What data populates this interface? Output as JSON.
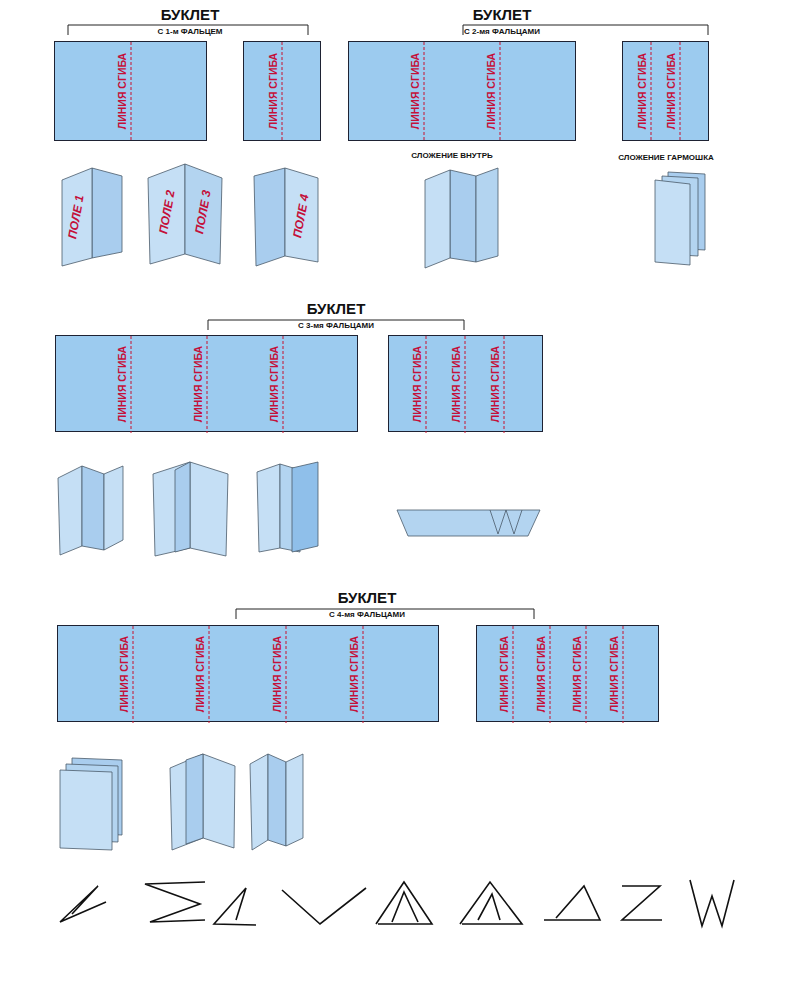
{
  "diagram": {
    "nodes": [
      {
        "text": [
          "ЛИНИЯ СГИБА"
        ]
      },
      {
        "text": [
          "ЛИНИЯ СГИБА"
        ]
      },
      {
        "text": [
          "ЛИНИЯ СГИБА",
          "ЛИНИЯ СГИБА"
        ]
      },
      {
        "text": [
          "ЛИНИЯ СГИБА",
          "ЛИНИЯ СГИБА"
        ]
      },
      {
        "text": [
          "ЛИНИЯ СГИБА",
          "ЛИНИЯ СГИБА",
          "ЛИНИЯ СГИБА"
        ]
      },
      {
        "text": [
          "ЛИНИЯ СГИБА",
          "ЛИНИЯ СГИБА",
          "ЛИНИЯ СГИБА"
        ]
      },
      {
        "text": [
          "ЛИНИЯ СГИБА",
          "ЛИНИЯ СГИБА",
          "ЛИНИЯ СГИБА",
          "ЛИНИЯ СГИБА"
        ]
      },
      {
        "text": [
          "ЛИНИЯ СГИБА",
          "ЛИНИЯ СГИБА",
          "ЛИНИЯ СГИБА",
          "ЛИНИЯ СГИБА"
        ]
      }
    ],
    "labels": [
      "БУКЛЕТ",
      "С 1-м ФАЛЬЦЕМ",
      "БУКЛЕТ",
      "С 2-мя ФАЛЬЦАМИ",
      "БУКЛЕТ",
      "С 3-мя ФАЛЬЦАМИ",
      "БУКЛЕТ",
      "С 4-мя ФАЛЬЦАМИ",
      "ПОЛЕ 1",
      "ПОЛЕ 2",
      "ПОЛЕ 3",
      "ПОЛЕ 4",
      "СЛОЖЕНИЕ ВНУТРЬ",
      "СЛОЖЕНИЕ ГАРМОШКА"
    ]
  }
}
